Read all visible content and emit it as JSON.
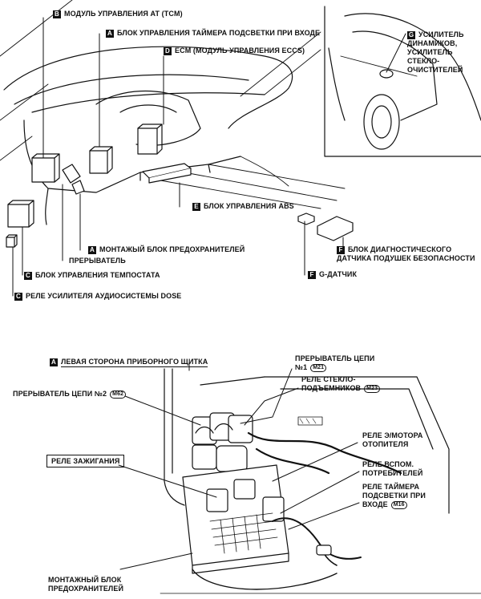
{
  "top": {
    "B": {
      "badge": "B",
      "text": "МОДУЛЬ УПРАВЛЕНИЯ AT (TCM)"
    },
    "A": {
      "badge": "A",
      "text": "БЛОК УПРАВЛЕНИЯ ТАЙМЕРА ПОДСВЕТКИ ПРИ ВХОДЕ"
    },
    "D": {
      "badge": "D",
      "text": "ECM (МОДУЛЬ УПРАВЛЕНИЯ ECCS)"
    },
    "G": {
      "badge": "G",
      "text": "УСИЛИТЕЛЬ ДИНАМИКОВ, УСИЛИТЕЛЬ СТЕКЛО-ОЧИСТИТЕЛЕЙ"
    },
    "E": {
      "badge": "E",
      "text": "БЛОК УПРАВЛЕНИЯ ABS"
    },
    "F_diag": {
      "badge": "F",
      "text": "БЛОК ДИАГНОСТИЧЕСКОГО ДАТЧИКА ПОДУШЕК БЕЗОПАСНОСТИ"
    },
    "A_fuse": {
      "badge": "A",
      "text": "МОНТАЖЫЙ БЛОК ПРЕДОХРАНИТЕЛЕЙ"
    },
    "breaker": {
      "text": "ПРЕРЫВАТЕЛЬ"
    },
    "C_temp": {
      "badge": "C",
      "text": "БЛОК УПРАВЛЕНИЯ ТЕМПОСТАТА"
    },
    "F_g": {
      "badge": "F",
      "text": "G-ДАТЧИК"
    },
    "C_dose": {
      "badge": "C",
      "text": "РЕЛЕ УСИЛИТЕЛЯ АУДИОСИСТЕМЫ DOSE"
    }
  },
  "bottom": {
    "A_left": {
      "badge": "A",
      "text": "ЛЕВАЯ СТОРОНА ПРИБОРНОГО ЩИТКА"
    },
    "breaker1": {
      "text": "ПРЕРЫВАТЕЛЬ ЦЕПИ №1",
      "connector": "M21"
    },
    "window_relay": {
      "text": "РЕЛЕ СТЕКЛО-ПОДЪЕМНИКОВ",
      "connector": "M23"
    },
    "breaker2": {
      "text": "ПРЕРЫВАТЕЛЬ ЦЕПИ №2",
      "connector": "M62"
    },
    "ignition_relay": {
      "text": "РЕЛЕ ЗАЖИГАНИЯ"
    },
    "blower_relay": {
      "text": "РЕЛЕ Э/МОТОРА ОТОПИТЕЛЯ"
    },
    "acc_relay": {
      "text": "РЕЛЕ ВСПОМ. ПОТРЕБИТЕЛЕЙ"
    },
    "timer_relay": {
      "text": "РЕЛЕ ТАЙМЕРА ПОДСВЕТКИ ПРИ ВХОДЕ",
      "connector": "M16"
    },
    "fuse_block": {
      "text": "МОНТАЖНЫЙ БЛОК ПРЕДОХРАНИТЕЛЕЙ"
    }
  },
  "colors": {
    "ink": "#111111",
    "paper": "#ffffff"
  }
}
